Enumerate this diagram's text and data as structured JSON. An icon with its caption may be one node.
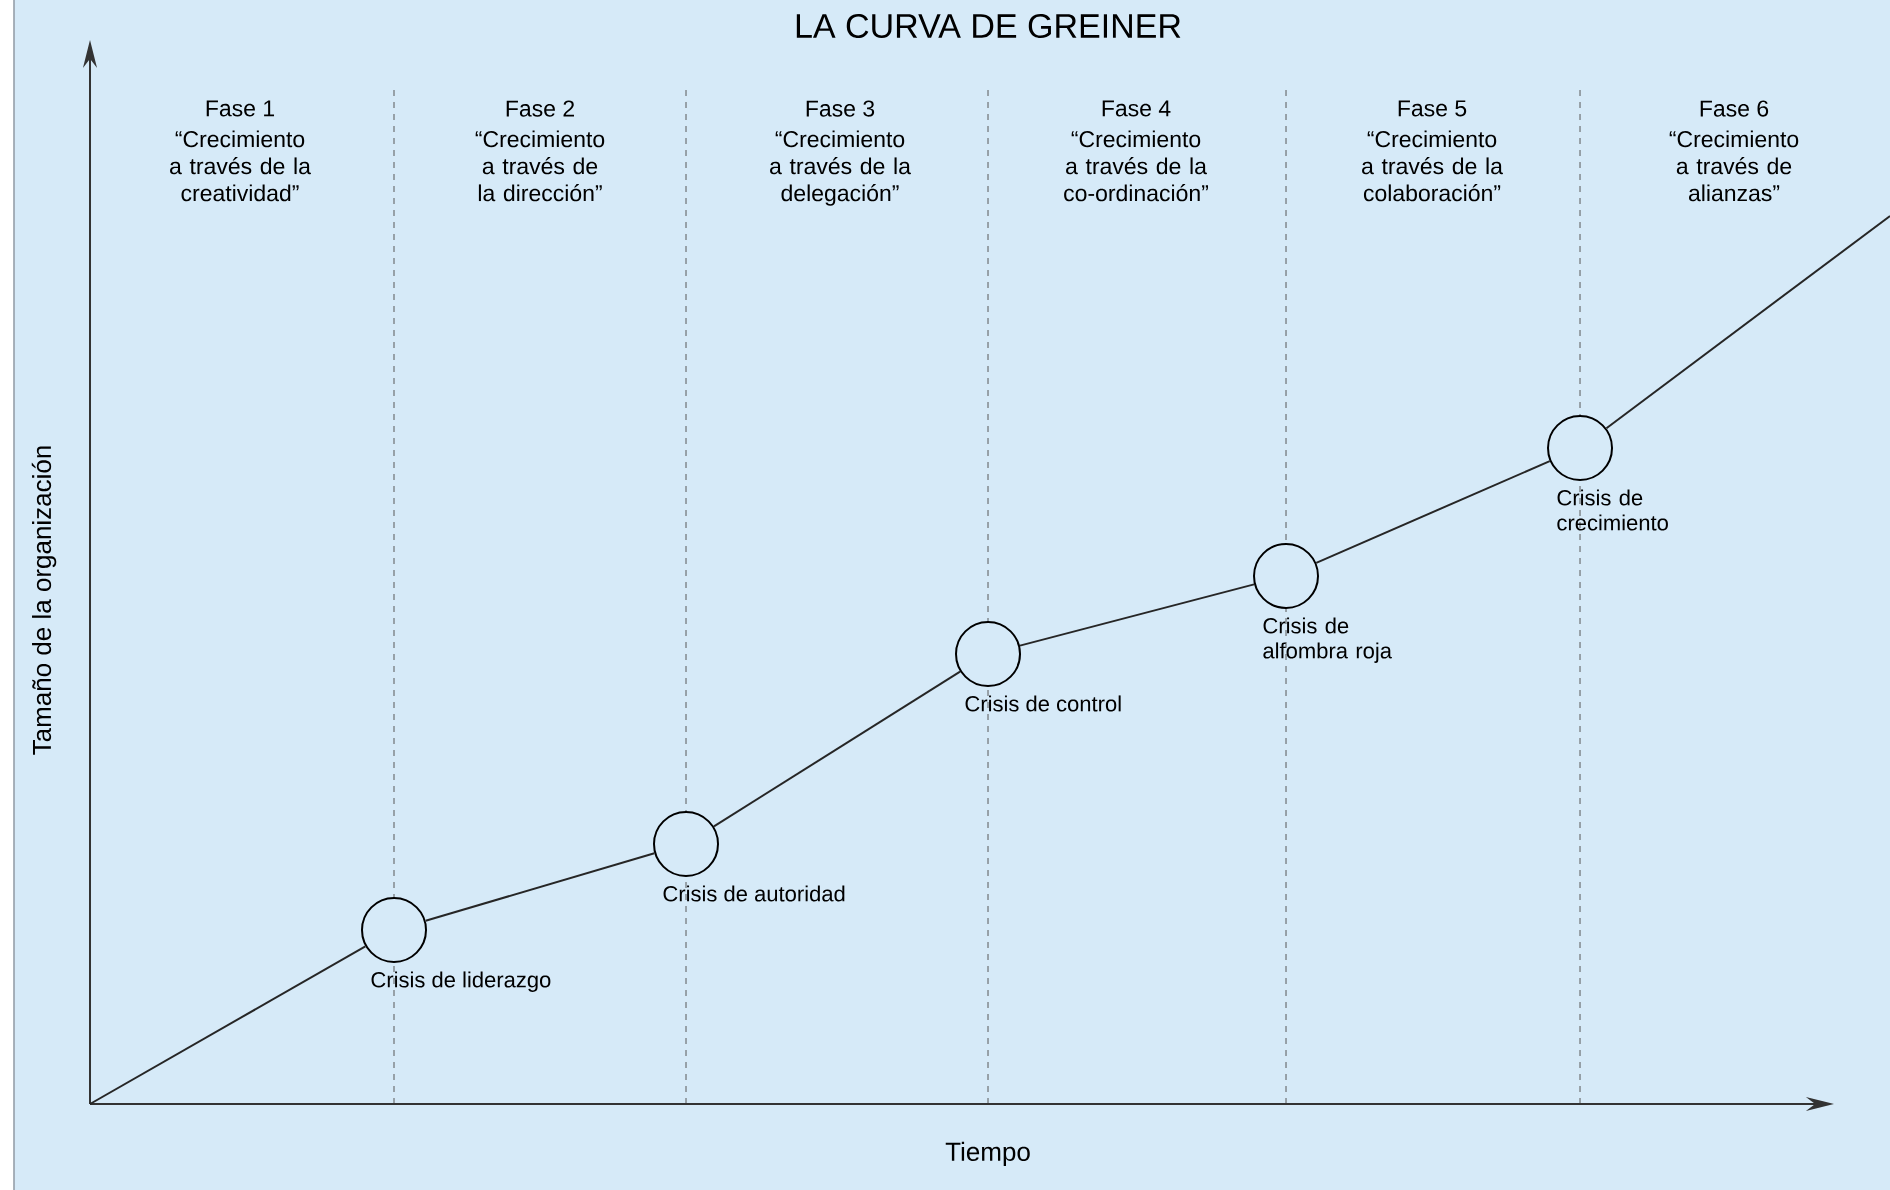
{
  "diagram": {
    "title": "LA CURVA DE GREINER",
    "nodes": [
      {
        "text": [],
        "shape": "circle",
        "beside": [
          "Crisis de liderazgo"
        ]
      },
      {
        "text": [],
        "shape": "circle",
        "beside": [
          "Crisis de autoridad"
        ]
      },
      {
        "text": [],
        "shape": "circle",
        "beside": [
          "Crisis de control"
        ]
      },
      {
        "text": [],
        "shape": "circle",
        "beside": [
          "Crisis de alfombra roja"
        ]
      },
      {
        "text": [],
        "shape": "circle",
        "beside": [
          "Crisis de crecimiento"
        ]
      }
    ],
    "edges": [
      {
        "from": null,
        "to": 0,
        "arrow": "none"
      },
      {
        "from": 0,
        "to": 1,
        "arrow": "none"
      },
      {
        "from": 1,
        "to": 2,
        "arrow": "none"
      },
      {
        "from": 2,
        "to": 3,
        "arrow": "none"
      },
      {
        "from": 3,
        "to": 4,
        "arrow": "none"
      },
      {
        "from": 4,
        "to": null,
        "arrow": "none"
      }
    ],
    "labels": [
      "Fase 1",
      "“Crecimiento a través de la creatividad”",
      "Fase 2",
      "“Crecimiento a través de la dirección”",
      "Fase 3",
      "“Crecimiento a través de la delegación”",
      "Fase 4",
      "“Crecimiento a través de la co-ordinación”",
      "Fase 5",
      "“Crecimiento a través de la colaboración”",
      "Fase 6",
      "“Crecimiento a través de alianzas”",
      "Tamaño de la organización",
      "Tiempo"
    ]
  }
}
